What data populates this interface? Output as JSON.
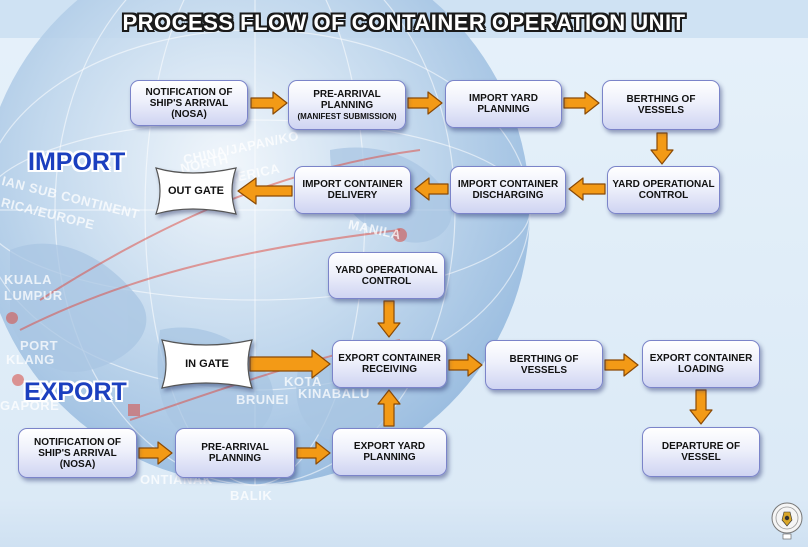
{
  "title": "PROCESS FLOW OF CONTAINER OPERATION UNIT",
  "sections": {
    "import": "IMPORT",
    "export": "EXPORT"
  },
  "map_labels": {
    "china": "CHINA/JAPAN/KO",
    "north": "NORTH",
    "america": "MERICA",
    "indian": "IAN SUB CONTINENT",
    "europe": "RICA/EUROPE",
    "manila": "MANILA",
    "kuala": "KUALA",
    "lumpur": "LUMPUR",
    "port": "PORT",
    "klang": "KLANG",
    "gapore": "GAPORE",
    "brunei": "BRUNEI",
    "kota": "KOTA",
    "kinabalu": "KINABALU",
    "pontianak": "ONTIANAK",
    "bali": "BALIK"
  },
  "import_flow": {
    "nosa": [
      "NOTIFICATION OF",
      "SHIP'S ARRIVAL (NOSA)"
    ],
    "pre_arrival": [
      "PRE-ARRIVAL",
      "PLANNING"
    ],
    "pre_arrival_sub": "(MANIFEST SUBMISSION)",
    "yard_planning": [
      "IMPORT YARD",
      "PLANNING"
    ],
    "berthing": [
      "BERTHING OF",
      "VESSELS"
    ],
    "yard_control": [
      "YARD OPERATIONAL",
      "CONTROL"
    ],
    "discharging": [
      "IMPORT CONTAINER",
      "DISCHARGING"
    ],
    "delivery": [
      "IMPORT CONTAINER",
      "DELIVERY"
    ],
    "out_gate": "OUT GATE"
  },
  "export_flow": {
    "yard_control": [
      "YARD OPERATIONAL",
      "CONTROL"
    ],
    "in_gate": "IN GATE",
    "receiving": [
      "EXPORT CONTAINER",
      "RECEIVING"
    ],
    "berthing": [
      "BERTHING OF",
      "VESSELS"
    ],
    "loading": [
      "EXPORT CONTAINER",
      "LOADING"
    ],
    "departure": [
      "DEPARTURE OF",
      "VESSEL"
    ],
    "nosa": [
      "NOTIFICATION OF",
      "SHIP'S ARRIVAL (NOSA)"
    ],
    "pre_arrival": [
      "PRE-ARRIVAL",
      "PLANNING"
    ],
    "yard_planning": [
      "EXPORT YARD",
      "PLANNING"
    ]
  },
  "colors": {
    "arrow": "#f39a16",
    "arrow_stroke": "#8a4a05",
    "box_border": "#7b84c9",
    "section": "#1b3fbf"
  }
}
